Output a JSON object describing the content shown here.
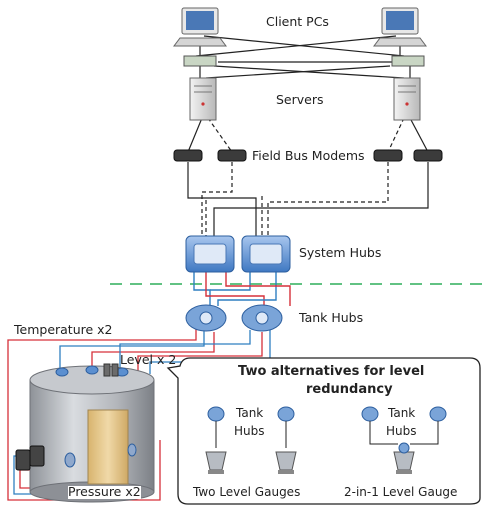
{
  "labels": {
    "client_pcs": "Client PCs",
    "servers": "Servers",
    "field_bus_modems": "Field Bus Modems",
    "system_hubs": "System Hubs",
    "tank_hubs": "Tank Hubs",
    "temperature": "Temperature x2",
    "level": "Level x 2",
    "pressure": "Pressure x2"
  },
  "callout": {
    "title_line1": "Two alternatives for level",
    "title_line2": "redundancy",
    "left_hubs_line1": "Tank",
    "left_hubs_line2": "Hubs",
    "right_hubs_line1": "Tank",
    "right_hubs_line2": "Hubs",
    "left_caption": "Two Level Gauges",
    "right_caption": "2-in-1 Level Gauge"
  },
  "colors": {
    "wire_black": "#222222",
    "wire_red": "#d6303a",
    "wire_blue": "#2f7fc1",
    "dashed_green": "#2fae5a",
    "hub_blue": "#5b8fd0",
    "tank_gray": "#b9bcc2",
    "tank_liquid": "#e7c98c"
  }
}
